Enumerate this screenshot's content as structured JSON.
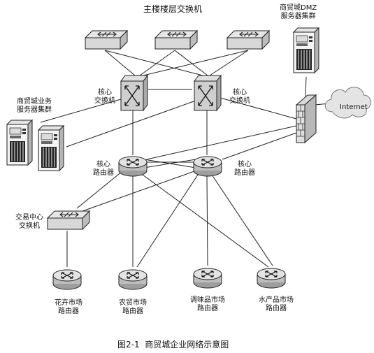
{
  "diagram": {
    "top_label": "主楼楼层交换机",
    "dmz_cluster_label": "商贸城DMZ\n服务器集群",
    "business_cluster_label": "商贸城业务\n服务器集群",
    "core_switch_left_label": "核心\n交换机",
    "core_switch_right_label": "核心\n交换机",
    "internet_label": "Internet",
    "core_router_left_label": "核心\n路由器",
    "core_router_right_label": "核心\n路由器",
    "trade_center_switch_label": "交易中心\n交换机",
    "branch_routers": [
      {
        "label": "花卉市场\n路由器"
      },
      {
        "label": "农贸市场\n路由器"
      },
      {
        "label": "调味品市场\n路由器"
      },
      {
        "label": "水产品市场\n路由器"
      }
    ],
    "caption": "图2-1  商贸城企业网络示意图"
  }
}
